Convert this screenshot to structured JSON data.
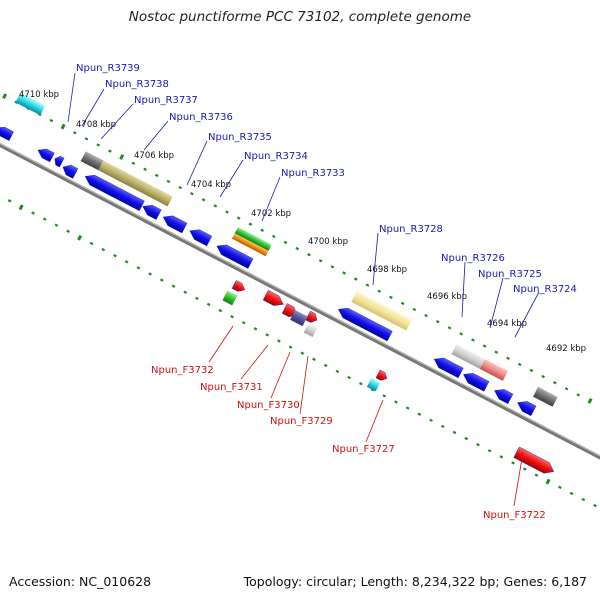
{
  "title": "Nostoc punctiforme PCC 73102, complete genome",
  "footer": {
    "accession": "Accession: NC_010628",
    "stats": "Topology: circular; Length: 8,234,322 bp; Genes: 6,187"
  },
  "colors": {
    "backbone": "#777777",
    "tick": "#1f8a1f",
    "reverse_label": "#1a1ab0",
    "forward_label": "#cc1111",
    "gene_blue": "#1010e6",
    "gene_red": "#ee1111"
  },
  "scale_labels": [
    "4710 kbp",
    "4708 kbp",
    "4706 kbp",
    "4704 kbp",
    "4702 kbp",
    "4700 kbp",
    "4698 kbp",
    "4696 kbp",
    "4694 kbp",
    "4692 kbp"
  ],
  "reverse_genes": [
    "Npun_R3739",
    "Npun_R3738",
    "Npun_R3737",
    "Npun_R3736",
    "Npun_R3735",
    "Npun_R3734",
    "Npun_R3733",
    "Npun_R3728",
    "Npun_R3726",
    "Npun_R3725",
    "Npun_R3724"
  ],
  "forward_genes": [
    "Npun_F3732",
    "Npun_F3731",
    "Npun_F3730",
    "Npun_F3729",
    "Npun_F3727",
    "Npun_F3722"
  ]
}
